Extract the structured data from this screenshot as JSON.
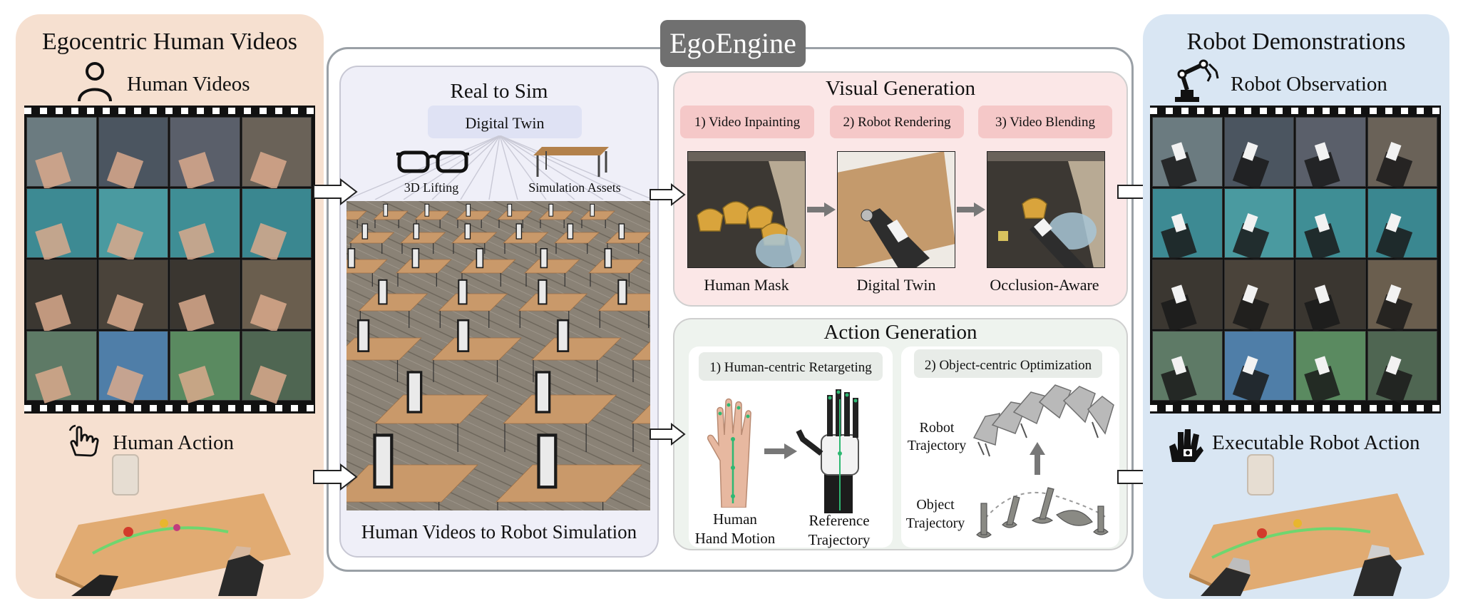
{
  "left": {
    "title": "Egocentric Human Videos",
    "videos_label": "Human Videos",
    "action_label": "Human Action"
  },
  "engine": {
    "title": "EgoEngine",
    "real_to_sim": {
      "title": "Real to Sim",
      "digital_twin": "Digital Twin",
      "lifting": "3D Lifting",
      "assets": "Simulation Assets",
      "caption": "Human Videos to Robot Simulation"
    },
    "visual_generation": {
      "title": "Visual Generation",
      "steps": [
        "1) Video Inpainting",
        "2) Robot Rendering",
        "3) Video Blending"
      ],
      "captions": [
        "Human Mask",
        "Digital Twin",
        "Occlusion-Aware"
      ]
    },
    "action_generation": {
      "title": "Action Generation",
      "step1": "1) Human-centric Retargeting",
      "step2": "2) Object-centric Optimization",
      "hand_motion": [
        "Human",
        "Hand Motion"
      ],
      "reference": [
        "Reference",
        "Trajectory"
      ],
      "robot_traj": [
        "Robot",
        "Trajectory"
      ],
      "object_traj": [
        "Object",
        "Trajectory"
      ]
    }
  },
  "right": {
    "title": "Robot Demonstrations",
    "observation_label": "Robot Observation",
    "action_label": "Executable Robot Action"
  },
  "colors": {
    "left_panel": "#f6e0d0",
    "right_panel": "#d9e6f3",
    "engine_badge": "#707070",
    "visual_panel": "#fbe7e7",
    "action_panel": "#eef3ee",
    "sim_panel": "#efeff8"
  }
}
